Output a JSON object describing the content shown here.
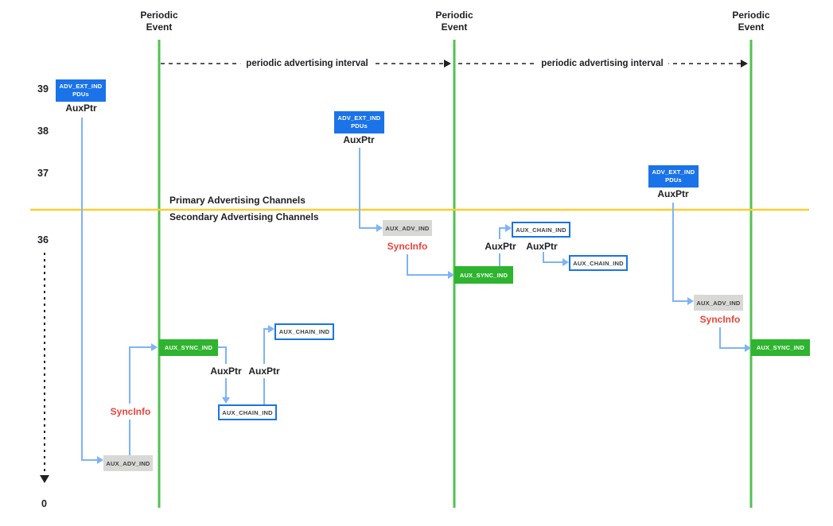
{
  "labels": {
    "periodic_line1": "Periodic",
    "periodic_line2": "Event",
    "interval": "periodic advertising interval",
    "primary": "Primary Advertising Channels",
    "secondary": "Secondary Advertising Channels"
  },
  "channels": {
    "c39": "39",
    "c38": "38",
    "c37": "37",
    "c36": "36",
    "c0": "0"
  },
  "pdus": {
    "adv_ext_line1": "ADV_EXT_IND",
    "adv_ext_line2": "PDUs",
    "aux_adv": "AUX_ADV_IND",
    "aux_sync": "AUX_SYNC_IND",
    "aux_chain": "AUX_CHAIN_IND"
  },
  "pointers": {
    "aux_ptr": "AuxPtr",
    "sync_info": "SyncInfo"
  },
  "colors": {
    "adv_ext_fill": "#1a73e8",
    "aux_adv_fill": "#d8d8d5",
    "aux_sync_fill": "#2eb42e",
    "aux_chain_border": "#1a73e8",
    "event_line": "#53c153",
    "channel_divider": "#fcce33",
    "connector": "#7db4f5",
    "sync_info_text": "#e8453c",
    "interval_arrow": "#202124"
  }
}
